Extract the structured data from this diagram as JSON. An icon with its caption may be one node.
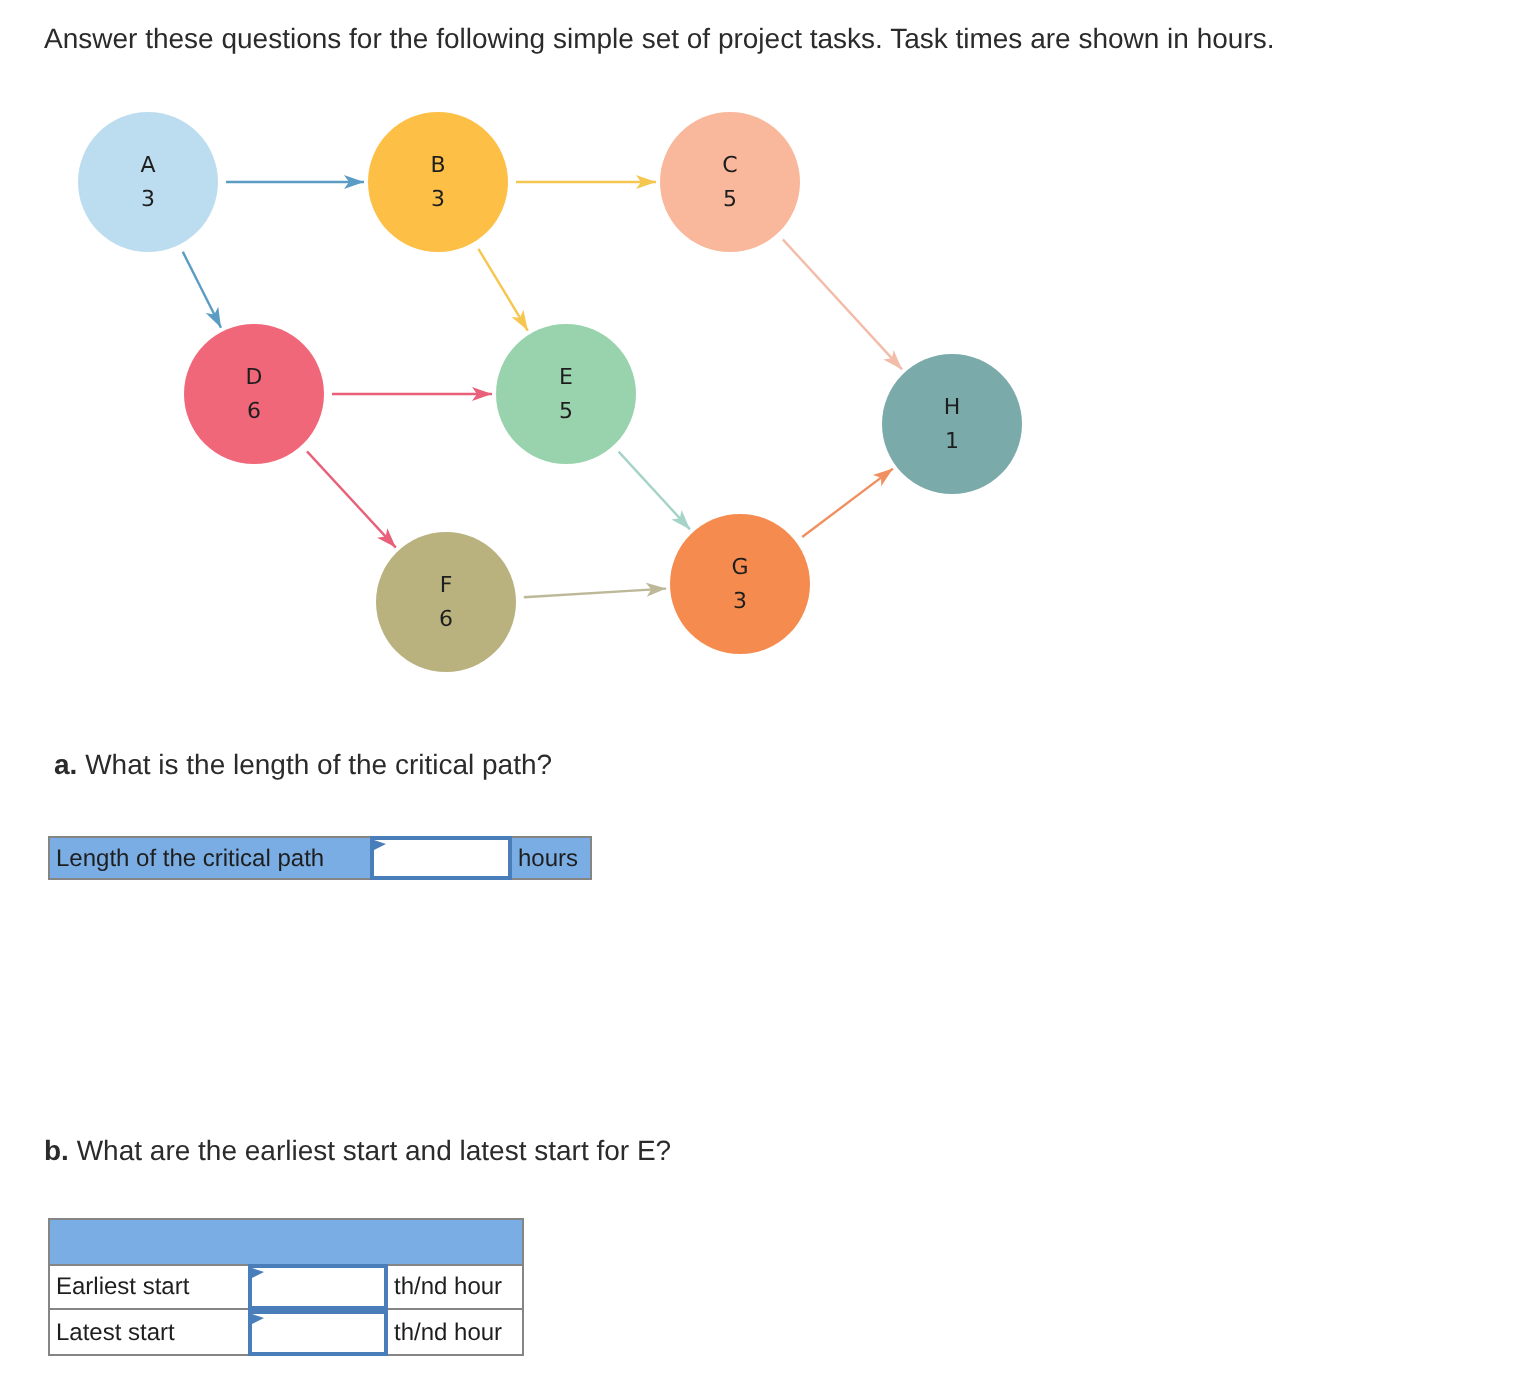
{
  "diagram": {
    "title": "Answer these questions for the following simple set of project tasks. Task times are shown in hours.",
    "nodes": [
      {
        "text": [
          "A",
          "3"
        ]
      },
      {
        "text": [
          "B",
          "3"
        ]
      },
      {
        "text": [
          "C",
          "5"
        ]
      },
      {
        "text": [
          "D",
          "6"
        ]
      },
      {
        "text": [
          "E",
          "5"
        ]
      },
      {
        "text": [
          "F",
          "6"
        ]
      },
      {
        "text": [
          "G",
          "3"
        ]
      },
      {
        "text": [
          "H",
          "1"
        ]
      }
    ],
    "edges": [
      {
        "from": 0,
        "to": 1,
        "arrow": "to",
        "color": "#5a9cc4"
      },
      {
        "from": 1,
        "to": 2,
        "arrow": "to",
        "color": "#f5c650"
      },
      {
        "from": 0,
        "to": 3,
        "arrow": "to",
        "color": "#5a9cc4"
      },
      {
        "from": 1,
        "to": 4,
        "arrow": "to",
        "color": "#f5c650"
      },
      {
        "from": 3,
        "to": 4,
        "arrow": "to",
        "color": "#e8607a"
      },
      {
        "from": 2,
        "to": 7,
        "arrow": "to",
        "color": "#f3bca8"
      },
      {
        "from": 3,
        "to": 5,
        "arrow": "to",
        "color": "#e8607a"
      },
      {
        "from": 4,
        "to": 6,
        "arrow": "to",
        "color": "#a5d3c8"
      },
      {
        "from": 5,
        "to": 6,
        "arrow": "to",
        "color": "#bdb898"
      },
      {
        "from": 6,
        "to": 7,
        "arrow": "to",
        "color": "#f09060"
      }
    ],
    "labels": [
      "**a.** What is the length of the critical path?",
      "Length of the critical path",
      "hours",
      "**b.** What are the earliest start and latest start for E?",
      "Earliest start",
      "th/nd hour",
      "Latest start",
      "th/nd hour"
    ]
  }
}
